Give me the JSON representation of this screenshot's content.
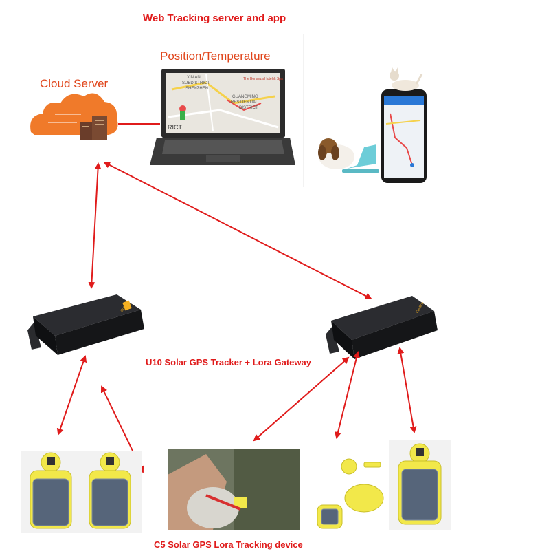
{
  "diagram": {
    "title": "Web Tracking server and app",
    "laptop_caption": "Position/Temperature",
    "cloud_caption": "Cloud Server",
    "gateway_caption": "U10 Solar GPS Tracker + Lora Gateway",
    "device_caption": "C5 Solar GPS Lora Tracking device",
    "gateway_brand": "Coolline",
    "map_texts": [
      "XIN AN",
      "SUBDISTRICT",
      "SHENZHEN",
      "GUANGMING",
      "RESIDENTIAL",
      "DISTRICT",
      "RICT",
      "The Bonanza Hotel & Spa"
    ]
  },
  "colors": {
    "arrow": "#e01b1b",
    "title": "#e01b1b",
    "caption_orange": "#e0451b",
    "cloud": "#f07a2a",
    "gateway_body": "#1c1d1f",
    "tag_yellow": "#f2e84a"
  },
  "icons": [
    "cloud-server-icon",
    "laptop-icon",
    "phone-icon",
    "dog-icon",
    "cat-icon",
    "gateway-device-icon",
    "ear-tag-icon"
  ]
}
